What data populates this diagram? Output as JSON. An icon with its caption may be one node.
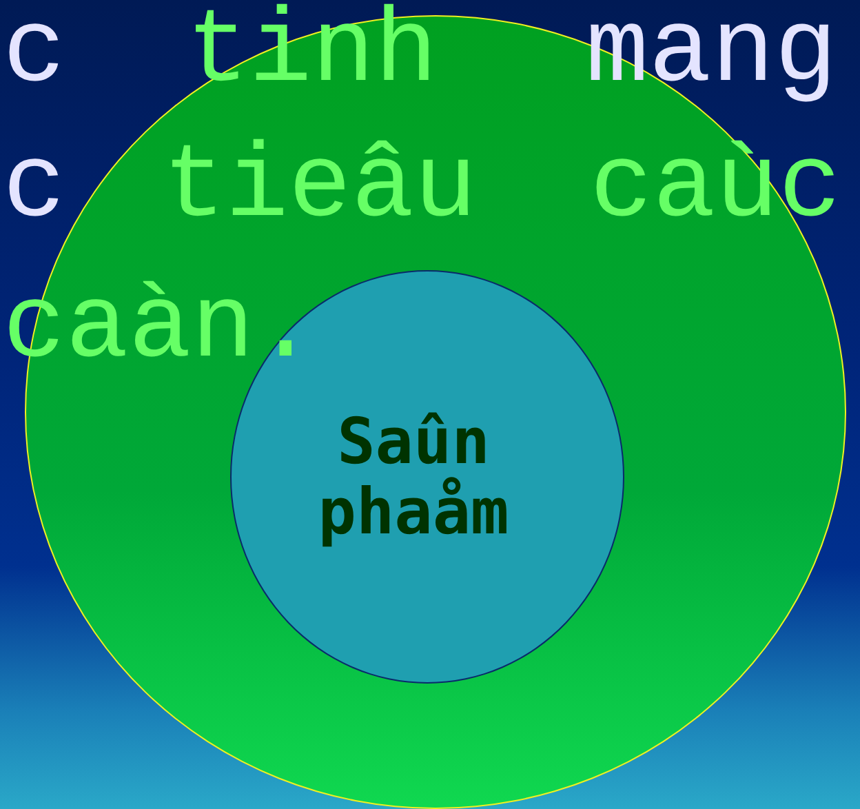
{
  "diagram": {
    "nodes": [
      {
        "text": [],
        "shape": "circle"
      },
      {
        "text": [
          "Saûn phaåm"
        ],
        "in": 0
      }
    ],
    "labels": [
      "c",
      "tinh",
      "mang",
      "c",
      "tieâu",
      "caùc",
      "caàn."
    ]
  }
}
